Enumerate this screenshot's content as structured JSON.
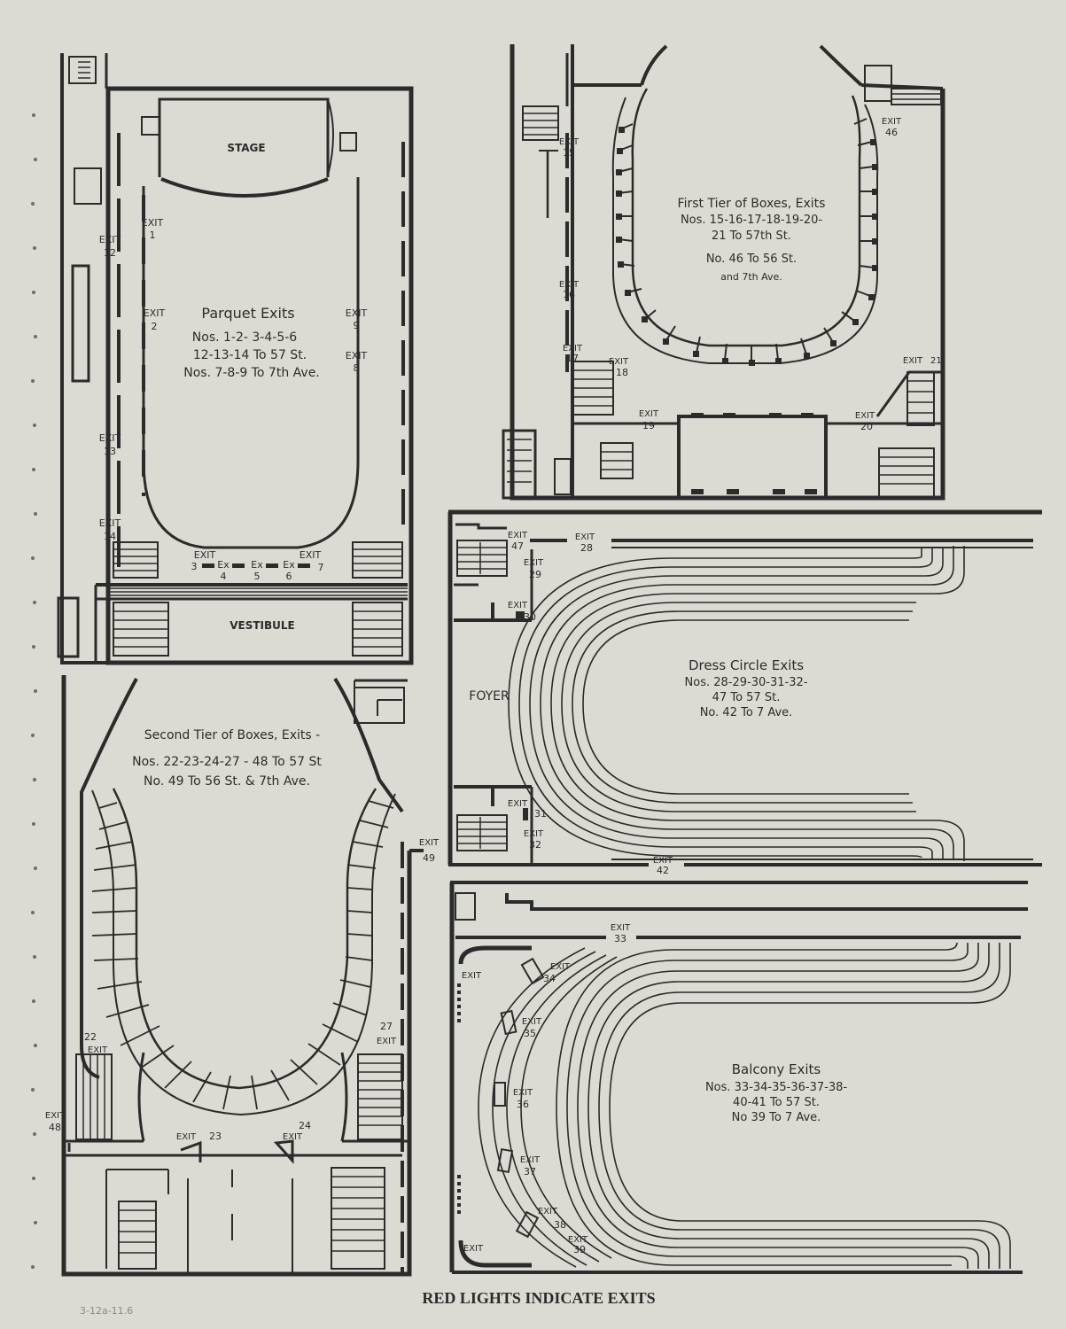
{
  "footer": {
    "caption": "RED LIGHTS INDICATE EXITS",
    "handnote": "3-12a-11.6"
  },
  "colors": {
    "paper": "#dcdbd3",
    "ink": "#2b2b2b"
  },
  "parquet": {
    "stage": "STAGE",
    "vestibule": "VESTIBULE",
    "title": "Parquet Exits",
    "line1": "Nos. 1-2- 3-4-5-6",
    "line2": "12-13-14  To 57 St.",
    "line3": "Nos. 7-8-9  To 7th Ave.",
    "exits": [
      {
        "label": "EXIT",
        "num": "1"
      },
      {
        "label": "EXIT",
        "num": "2"
      },
      {
        "label": "EXIT",
        "num": "12"
      },
      {
        "label": "EXIT",
        "num": "13"
      },
      {
        "label": "EXIT",
        "num": "14"
      },
      {
        "label": "EXIT",
        "num": "9"
      },
      {
        "label": "EXIT",
        "num": "8"
      },
      {
        "label": "EXIT",
        "num": "3"
      },
      {
        "label": "Ex",
        "num": "4"
      },
      {
        "label": "Ex",
        "num": "5"
      },
      {
        "label": "Ex",
        "num": "6"
      },
      {
        "label": "EXIT",
        "num": "7"
      }
    ]
  },
  "first_tier": {
    "line1": "First Tier of Boxes, Exits",
    "line2": "Nos. 15-16-17-18-19-20-",
    "line3": "21  To 57th St.",
    "line4": "No. 46  To 56 St.",
    "line5": "and 7th Ave.",
    "exits": [
      {
        "label": "EXIT",
        "num": "15"
      },
      {
        "label": "EXIT",
        "num": "16"
      },
      {
        "label": "EXIT",
        "num": "17"
      },
      {
        "label": "EXIT",
        "num": "18"
      },
      {
        "label": "EXIT",
        "num": "19"
      },
      {
        "label": "EXIT",
        "num": "46"
      },
      {
        "label": "EXIT",
        "num": "21"
      },
      {
        "label": "EXIT",
        "num": "20"
      }
    ]
  },
  "dress_circle": {
    "foyer": "FOYER",
    "line1": "Dress Circle Exits",
    "line2": "Nos. 28-29-30-31-32-",
    "line3": "47  To 57 St.",
    "line4": "No. 42  To 7 Ave.",
    "exits": [
      {
        "label": "EXIT",
        "num": "47"
      },
      {
        "label": "EXIT",
        "num": "28"
      },
      {
        "label": "EXIT",
        "num": "29"
      },
      {
        "label": "EXIT",
        "num": "30"
      },
      {
        "label": "EXIT",
        "num": "31"
      },
      {
        "label": "EXIT",
        "num": "32"
      },
      {
        "label": "EXIT",
        "num": "42"
      }
    ]
  },
  "second_tier": {
    "line1": "Second Tier of Boxes, Exits -",
    "line2": "Nos. 22-23-24-27 - 48  To 57 St",
    "line3": "No.  49  To 56 St. & 7th Ave.",
    "exits": [
      {
        "label": "EXIT",
        "num": "49"
      },
      {
        "label": "EXIT",
        "num": "27"
      },
      {
        "label": "EXIT",
        "num": "22"
      },
      {
        "label": "EXIT",
        "num": "48"
      },
      {
        "label": "EXIT",
        "num": "23"
      },
      {
        "label": "EXIT",
        "num": "24"
      }
    ]
  },
  "balcony": {
    "line1": "Balcony Exits",
    "line2": "Nos. 33-34-35-36-37-38-",
    "line3": "40-41  To 57 St.",
    "line4": "No 39  To 7 Ave.",
    "exits": [
      {
        "label": "EXIT",
        "num": "33"
      },
      {
        "label": "EXIT",
        "num": ""
      },
      {
        "label": "EXIT",
        "num": "34"
      },
      {
        "label": "EXIT",
        "num": "35"
      },
      {
        "label": "EXIT",
        "num": "36"
      },
      {
        "label": "EXIT",
        "num": "37"
      },
      {
        "label": "EXIT",
        "num": "38"
      },
      {
        "label": "EXIT",
        "num": "39"
      },
      {
        "label": "EXIT",
        "num": ""
      }
    ]
  }
}
